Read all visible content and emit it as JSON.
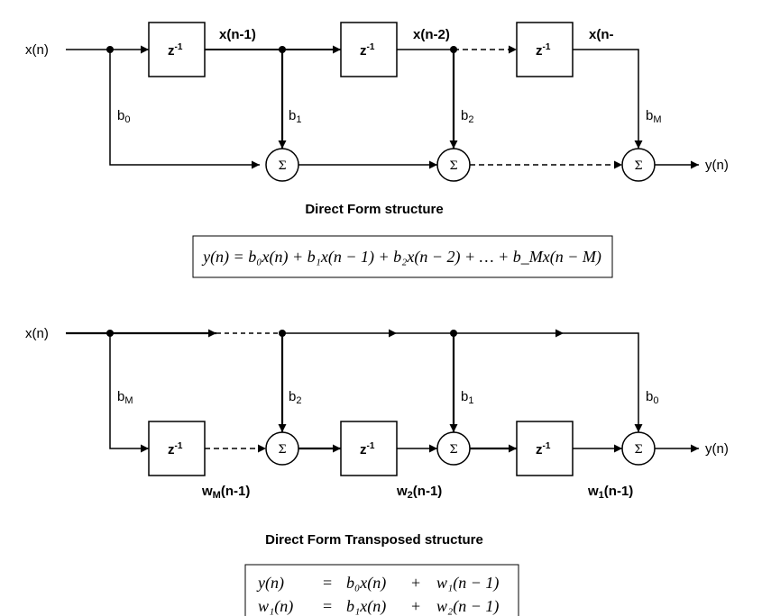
{
  "direct_form": {
    "input_label": "x(n)",
    "output_label": "y(n)",
    "delay_label": "z",
    "delay_exp": "-1",
    "tap_labels": [
      "x(n-1)",
      "x(n-2)",
      "x(n-"
    ],
    "coef_b0": "b",
    "coef_b0_sub": "0",
    "coef_b1": "b",
    "coef_b1_sub": "1",
    "coef_b2": "b",
    "coef_b2_sub": "2",
    "coef_bM": "b",
    "coef_bM_sub": "M",
    "sum_symbol": "Σ",
    "title": "Direct Form structure",
    "equation": "y(n) = b₀x(n) + b₁x(n − 1) + b₂x(n − 2) + … + b_Mx(n − M)"
  },
  "transposed_form": {
    "input_label": "x(n)",
    "output_label": "y(n)",
    "delay_label": "z",
    "delay_exp": "-1",
    "coef_bM": "b",
    "coef_bM_sub": "M",
    "coef_b2": "b",
    "coef_b2_sub": "2",
    "coef_b1": "b",
    "coef_b1_sub": "1",
    "coef_b0": "b",
    "coef_b0_sub": "0",
    "state_wM": "w",
    "state_wM_sub": "M",
    "state_wM_tail": "(n-1)",
    "state_w2": "w",
    "state_w2_sub": "2",
    "state_w2_tail": "(n-1)",
    "state_w1": "w",
    "state_w1_sub": "1",
    "state_w1_tail": "(n-1)",
    "sum_symbol": "Σ",
    "title": "Direct Form  Transposed structure",
    "equation_rows": [
      {
        "lhs": "y(n)",
        "op": "=",
        "t1": "b₀x(n)",
        "plus": "+",
        "t2": "w₁(n − 1)"
      },
      {
        "lhs": "w₁(n)",
        "op": "=",
        "t1": "b₁x(n)",
        "plus": "+",
        "t2": "w₂(n − 1)"
      }
    ]
  }
}
